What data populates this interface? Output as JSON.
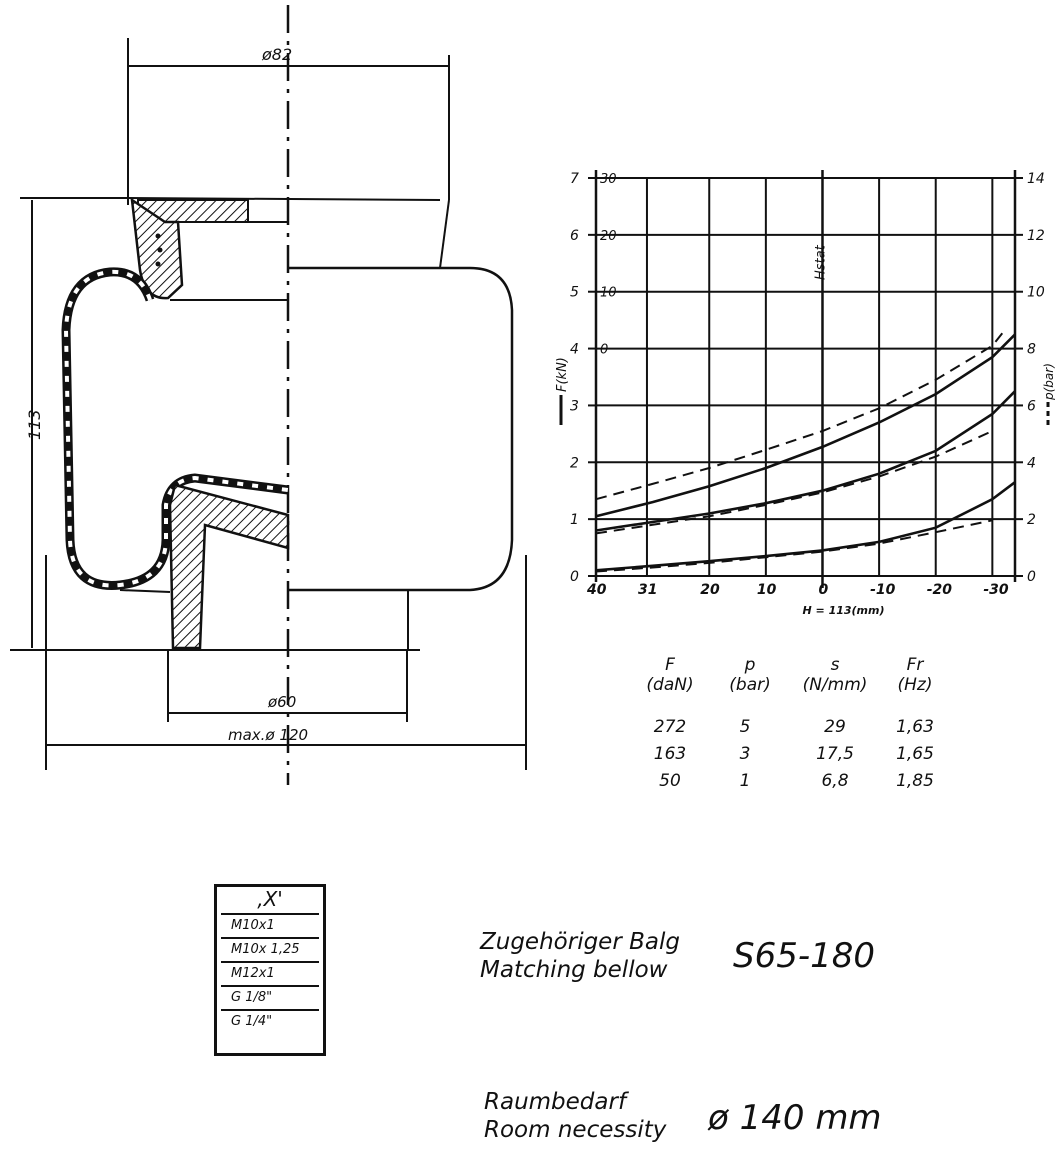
{
  "drawing": {
    "dim_top": "ø82",
    "dim_height": "113",
    "dim_bottom": "ø60",
    "dim_max": "max.ø 120"
  },
  "chart_data": {
    "type": "line",
    "title": "",
    "xlabel": "H = 113(mm)",
    "ylabel_force": "F(kN)",
    "ylabel_pressure": "p(bar)",
    "annotation": "Hstat",
    "annotation_x": 0,
    "x_ticks": [
      "40",
      "31",
      "20",
      "10",
      "-10",
      "-20",
      "-30"
    ],
    "x_tick_values": [
      40,
      31,
      20,
      10,
      -10,
      -20,
      -30
    ],
    "x_zero_label": "0",
    "xlim": [
      40,
      -34
    ],
    "y_left_kN_ticks": [
      "0",
      "1",
      "2",
      "3",
      "4",
      "5",
      "6",
      "7"
    ],
    "y_left_daN_ticks": [
      "",
      "",
      "",
      "",
      "0",
      "10",
      "20",
      "30"
    ],
    "y_right_bar_ticks": [
      "0",
      "2",
      "4",
      "6",
      "8",
      "10",
      "12",
      "14"
    ],
    "ylim_kN": [
      0,
      7
    ],
    "grid": true,
    "series": [
      {
        "style": "solid",
        "x": [
          40,
          30,
          20,
          10,
          0,
          -10,
          -20,
          -30,
          -34
        ],
        "y": [
          1.05,
          1.3,
          1.58,
          1.9,
          2.27,
          2.7,
          3.2,
          3.85,
          4.25
        ]
      },
      {
        "style": "dashed",
        "x": [
          40,
          30,
          20,
          10,
          0,
          -10,
          -20,
          -30,
          -32
        ],
        "y": [
          1.35,
          1.62,
          1.9,
          2.22,
          2.55,
          2.95,
          3.45,
          4.05,
          4.3
        ]
      },
      {
        "style": "solid",
        "x": [
          40,
          30,
          20,
          10,
          0,
          -10,
          -20,
          -30,
          -34
        ],
        "y": [
          0.8,
          0.95,
          1.1,
          1.28,
          1.5,
          1.8,
          2.2,
          2.85,
          3.25
        ]
      },
      {
        "style": "dashed",
        "x": [
          40,
          30,
          20,
          10,
          0,
          -10,
          -20,
          -30
        ],
        "y": [
          0.75,
          0.9,
          1.05,
          1.25,
          1.47,
          1.75,
          2.1,
          2.55
        ]
      },
      {
        "style": "solid",
        "x": [
          40,
          30,
          20,
          10,
          0,
          -10,
          -20,
          -30,
          -34
        ],
        "y": [
          0.1,
          0.18,
          0.26,
          0.35,
          0.45,
          0.6,
          0.85,
          1.35,
          1.65
        ]
      },
      {
        "style": "dashed",
        "x": [
          40,
          30,
          20,
          10,
          0,
          -10,
          -20,
          -30
        ],
        "y": [
          0.08,
          0.15,
          0.23,
          0.33,
          0.43,
          0.57,
          0.77,
          0.98
        ]
      }
    ]
  },
  "spec_table": {
    "headers": [
      {
        "top": "F",
        "bottom": "(daN)"
      },
      {
        "top": "p",
        "bottom": "(bar)"
      },
      {
        "top": "s",
        "bottom": "(N/mm)"
      },
      {
        "top": "Fr",
        "bottom": "(Hz)"
      }
    ],
    "rows": [
      [
        "272",
        "5",
        "29",
        "1,63"
      ],
      [
        "163",
        "3",
        "17,5",
        "1,65"
      ],
      [
        "50",
        "1",
        "6,8",
        "1,85"
      ]
    ]
  },
  "thread_table": {
    "header": ",X'",
    "items": [
      "M10x1",
      "M10x 1,25",
      "M12x1",
      "G 1/8\"",
      "G 1/4\""
    ]
  },
  "bellow": {
    "label_de": "Zugehöriger Balg",
    "label_en": "Matching bellow",
    "value": "S65-180"
  },
  "room": {
    "label_de": "Raumbedarf",
    "label_en": "Room necessity",
    "value": "ø 140 mm"
  }
}
